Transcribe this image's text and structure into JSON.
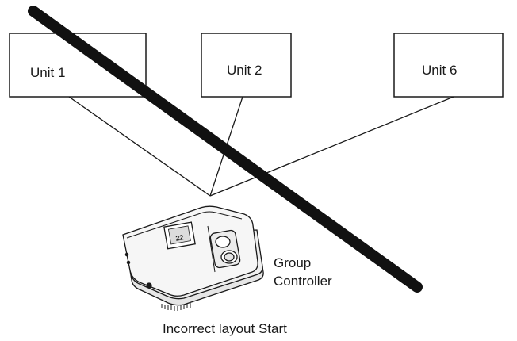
{
  "units": [
    {
      "label": "Unit 1"
    },
    {
      "label": "Unit 2"
    },
    {
      "label": "Unit 6"
    }
  ],
  "controller": {
    "label_line1": "Group",
    "label_line2": "Controller",
    "display_value": "22"
  },
  "caption": "Incorrect  layout Start",
  "colors": {
    "line": "#1a1a1a",
    "strike": "#111111",
    "device_body": "#f4f4f4"
  },
  "icons": [
    "strike-through-line",
    "thermostat-device-icon"
  ]
}
